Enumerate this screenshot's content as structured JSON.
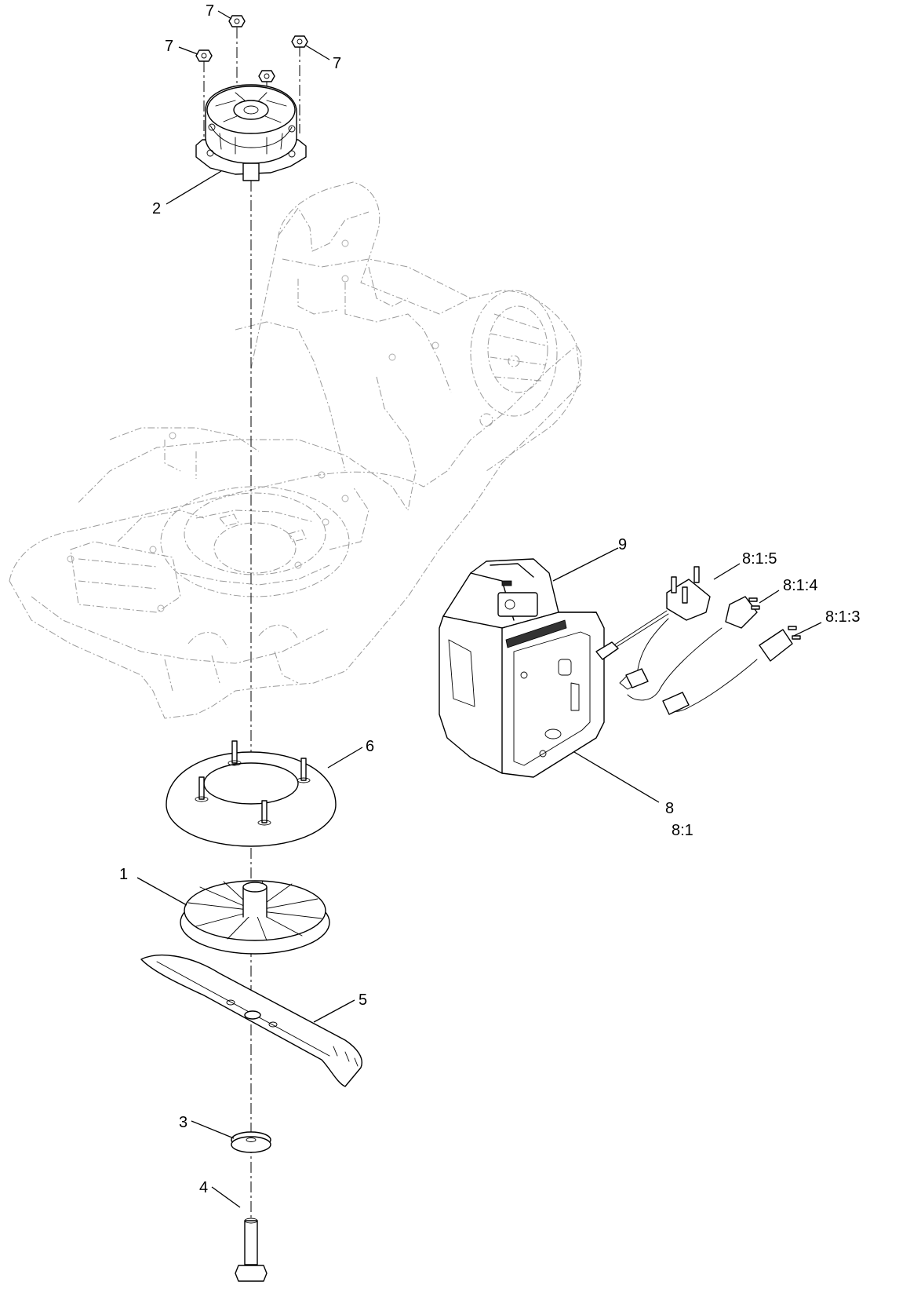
{
  "callouts": {
    "c1": "1",
    "c2": "2",
    "c3": "3",
    "c4": "4",
    "c5": "5",
    "c6": "6",
    "c7a": "7",
    "c7b": "7",
    "c7c": "7",
    "c8": "8",
    "c8_1": "8:1",
    "c8_1_3": "8:1:3",
    "c8_1_4": "8:1:4",
    "c8_1_5": "8:1:5",
    "c9": "9"
  }
}
